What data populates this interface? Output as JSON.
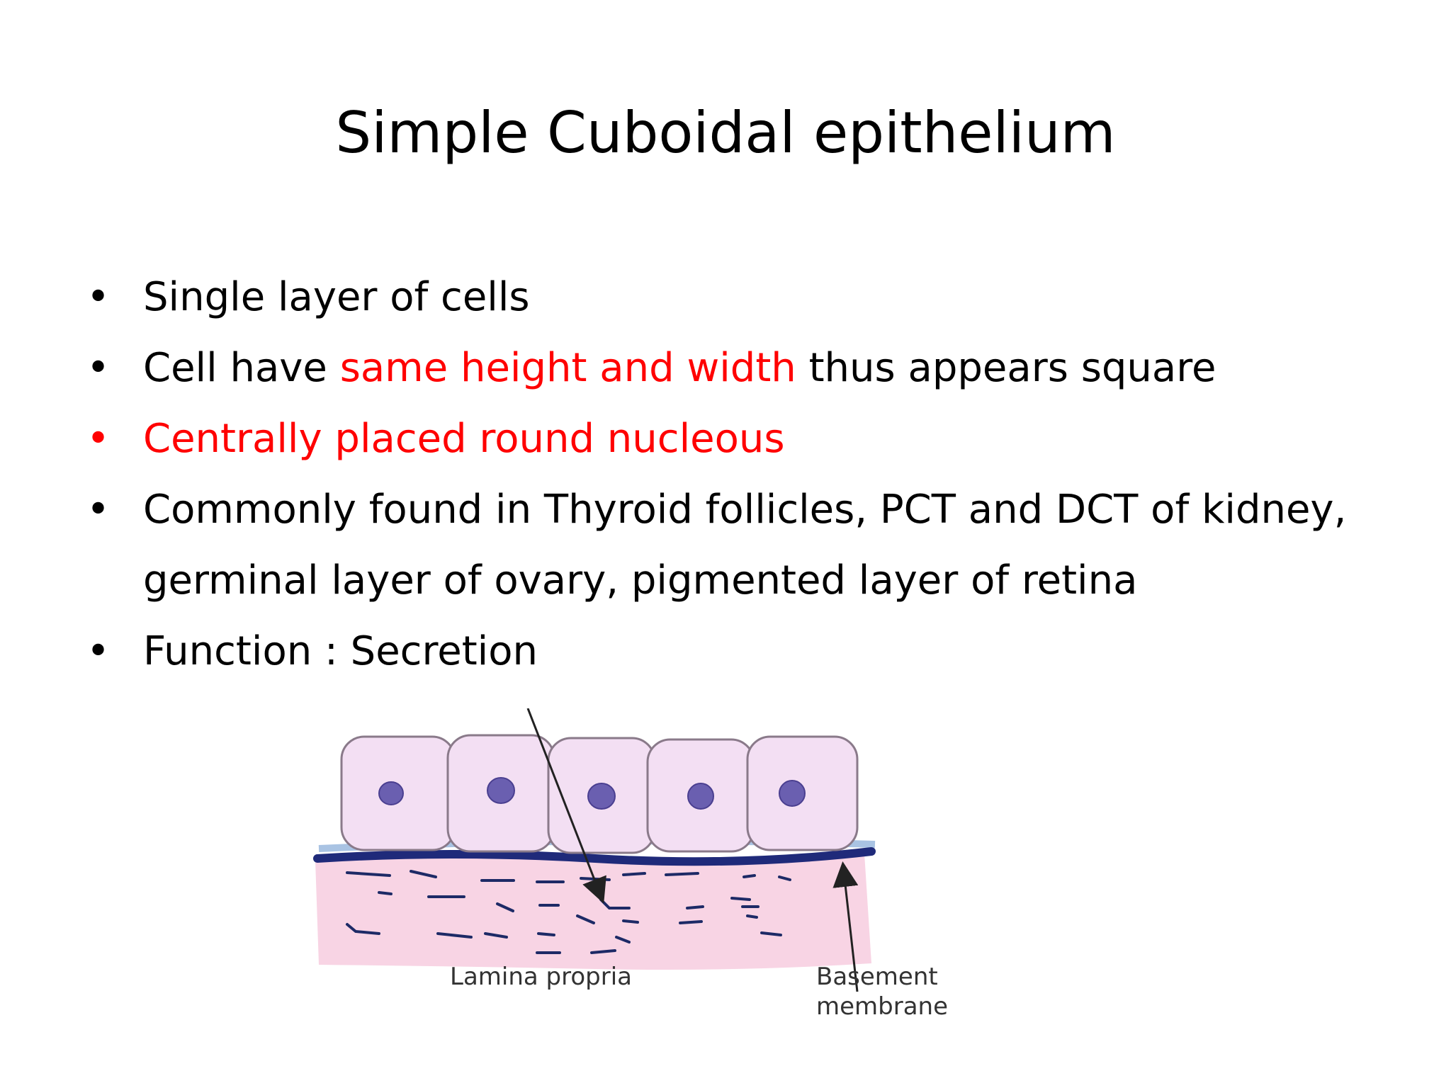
{
  "slide": {
    "title": "Simple Cuboidal epithelium",
    "bullets": [
      {
        "text": "Single layer of cells"
      },
      {
        "pre": "Cell have ",
        "highlight": "same height and width",
        "post": " thus appears square"
      },
      {
        "text": "Centrally placed round nucleous"
      },
      {
        "line1": "Commonly found in Thyroid follicles, PCT and DCT of kidney,",
        "line2": "germinal layer of ovary, pigmented layer of retina"
      },
      {
        "text": "Function : Secretion"
      }
    ],
    "highlight_color": "#ff0000"
  },
  "diagram": {
    "labels": {
      "lamina_propria": "Lamina propria",
      "basement_line1": "Basement",
      "basement_line2": "membrane"
    },
    "colors": {
      "cell_fill": "#f3dff3",
      "cell_stroke": "#8a7a8a",
      "nucleus": "#6a5fb0",
      "membrane": "#1f2a7a",
      "membrane_light": "#a9c3e3",
      "tissue": "#f8d4e4",
      "fiber": "#1d2a66"
    }
  }
}
